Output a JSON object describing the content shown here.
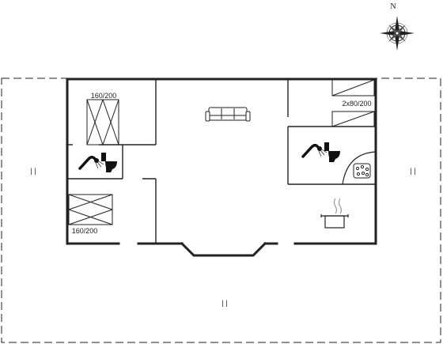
{
  "compass": {
    "north_label": "N"
  },
  "rooms": {
    "bedroom_top": {
      "bed_label": "160/200"
    },
    "bedroom_bottom": {
      "bed_label": "160/200"
    },
    "bedroom_right": {
      "bed_label": "2x80/200"
    }
  },
  "terrace_marks": {
    "left": "| |",
    "right": "| |",
    "bottom": "| |"
  }
}
